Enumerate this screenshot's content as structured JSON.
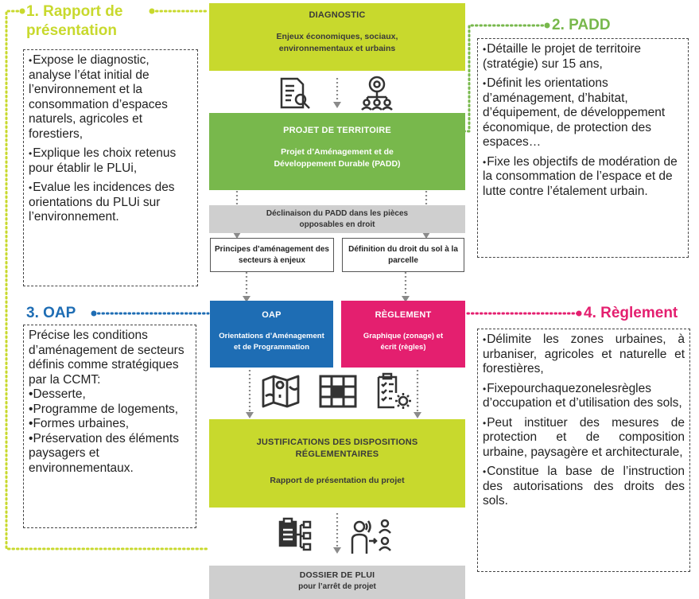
{
  "colors": {
    "lime": "#c8d92d",
    "green": "#78b84c",
    "blue": "#1e6db4",
    "pink": "#e41f6f",
    "grey": "#cfcfcf"
  },
  "boxes": {
    "diagnostic": {
      "title": "DIAGNOSTIC",
      "text": "Enjeux économiques, sociaux, environnementaux et urbains"
    },
    "projet": {
      "title": "PROJET DE TERRITOIRE",
      "text": "Projet d’Aménagement et de Développement Durable (PADD)"
    },
    "declinaison": {
      "text": "Déclinaison du PADD dans les pièces opposables en droit"
    },
    "principes": {
      "text": "Principes d’aménagement des secteurs à enjeux"
    },
    "definition": {
      "text": "Définition du droit du sol à la parcelle"
    },
    "oap": {
      "title": "OAP",
      "text": "Orientations d’Aménagement et de Programmation"
    },
    "reglement": {
      "title": "RÈGLEMENT",
      "text": "Graphique (zonage) et écrit (règles)"
    },
    "justifications": {
      "title": "JUSTIFICATIONS DES DISPOSITIONS RÉGLEMENTAIRES",
      "text": "Rapport de présentation du projet"
    },
    "dossier": {
      "title": "DOSSIER DE PLUI",
      "text": "pour l’arrêt de projet"
    }
  },
  "panels": {
    "rapport": {
      "heading": "1. Rapport de présentation",
      "items": [
        "Expose le diagnostic, analyse l’état initial de l’environnement et la consommation d’espaces naturels, agricoles et forestiers,",
        "Explique les choix retenus pour établir le PLUi,",
        "Evalue les incidences des orientations du PLUi sur l’environnement."
      ]
    },
    "padd": {
      "heading": "2. PADD",
      "items": [
        "Détaille le projet de territoire (stratégie) sur 15 ans,",
        "Définit les orientations d’aménagement, d’habitat, d’équipement, de développement économique, de protection des espaces…",
        "Fixe les objectifs de modération de la consommation de l’espace et de lutte contre l’étalement urbain."
      ]
    },
    "oap": {
      "heading": "3. OAP",
      "intro": "Précise les conditions d’aménagement de secteurs définis comme stratégiques par la CCMT:",
      "items": [
        "Desserte,",
        "Programme de logements,",
        "Formes urbaines,",
        "Préservation des éléments paysagers et environnementaux."
      ]
    },
    "reglement": {
      "heading": "4. Règlement",
      "items": [
        "Délimite les zones urbaines, à urbaniser, agricoles et naturelle et forestières,",
        "Fixepourchaquezonelesrègles d’occupation et d’utilisation des sols,",
        "Peut instituer des mesures de protection et de composition urbaine, paysagère et architecturale,",
        "Constitue la base de l’instruction des autorisations des droits des sols."
      ]
    }
  },
  "icons": [
    "document-search-icon",
    "people-network-icon",
    "map-icon",
    "grid-plan-icon",
    "checklist-gear-icon",
    "document-tree-icon",
    "person-network-icon"
  ]
}
